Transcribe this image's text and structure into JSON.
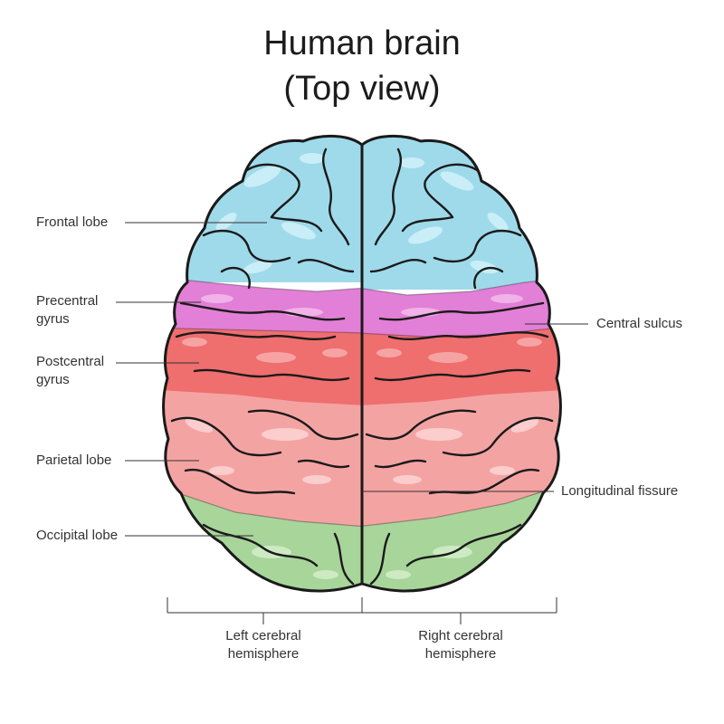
{
  "title": {
    "line1": "Human brain",
    "line2": "(Top view)"
  },
  "colors": {
    "frontal": "#9fdaea",
    "frontal_light": "#c9eef7",
    "precentral": "#e27fd6",
    "precentral_light": "#f0b2e8",
    "postcentral": "#ef6e6e",
    "postcentral_light": "#f6a3a3",
    "parietal": "#f4a3a3",
    "parietal_light": "#fbcdcd",
    "occipital": "#a8d59a",
    "occipital_light": "#cdeac3",
    "outline": "#1a1a1a",
    "leader": "#333333",
    "text": "#333333"
  },
  "labels": {
    "frontal_lobe": "Frontal lobe",
    "precentral_gyrus": "Precentral\ngyrus",
    "postcentral_gyrus": "Postcentral\ngyrus",
    "parietal_lobe": "Parietal lobe",
    "occipital_lobe": "Occipital lobe",
    "central_sulcus": "Central sulcus",
    "longitudinal_fissure": "Longitudinal fissure",
    "left_hemisphere": "Left cerebral\nhemisphere",
    "right_hemisphere": "Right cerebral\nhemisphere"
  }
}
